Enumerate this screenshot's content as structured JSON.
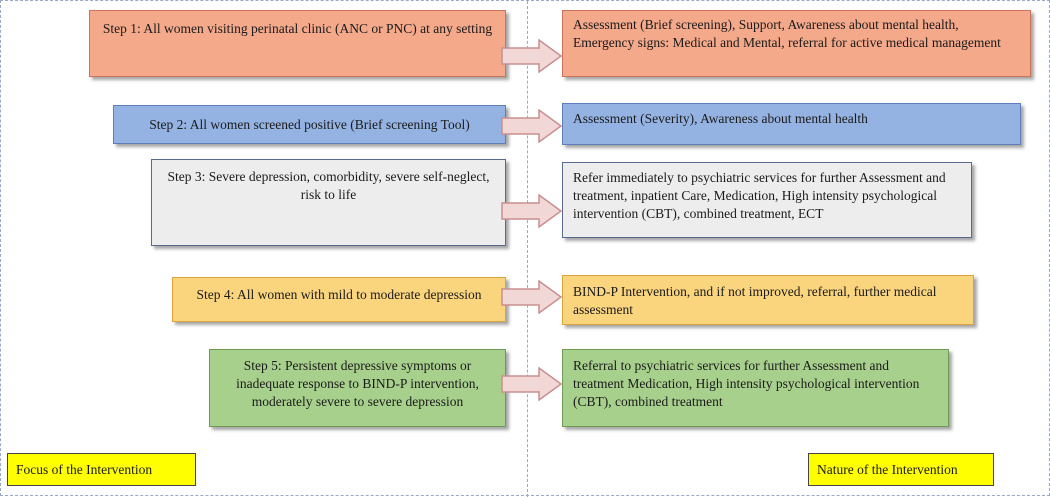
{
  "colors": {
    "step1": "#f4a98b",
    "step1_border": "#c8735a",
    "step2": "#95b3e2",
    "step2_border": "#5d7fb8",
    "step3": "#ededee",
    "step3_border": "#5a6a90",
    "step4": "#fbd57d",
    "step4_border": "#d9a43c",
    "step5": "#a8d08d",
    "step5_border": "#6f9a55",
    "arrow_fill": "#f2d7d7",
    "arrow_stroke": "#c98f8f",
    "legend": "#ffff00"
  },
  "steps": [
    {
      "focus": "Step 1: All women visiting perinatal clinic (ANC or PNC) at any setting",
      "nature": "Assessment  (Brief screening), Support, Awareness about mental health, Emergency signs: Medical and Mental, referral for active medical management"
    },
    {
      "focus": "Step 2: All women screened positive (Brief screening Tool)",
      "nature": "Assessment  (Severity), Awareness about mental health"
    },
    {
      "focus": "Step 3:  Severe depression, comorbidity, severe self-neglect, risk to life",
      "nature": "Refer immediately to psychiatric services for further Assessment and treatment, inpatient Care, Medication, High intensity psychological intervention (CBT), combined treatment, ECT"
    },
    {
      "focus": "Step 4: All women with mild to moderate depression",
      "nature": "BIND-P Intervention,  and if not improved, referral, further medical assessment"
    },
    {
      "focus": "Step 5: Persistent depressive symptoms or inadequate response to BIND-P intervention, moderately severe to severe depression",
      "nature": "Referral to psychiatric services for further Assessment and treatment Medication, High intensity psychological intervention (CBT), combined treatment"
    }
  ],
  "legend": {
    "left": "Focus of the Intervention",
    "right": "Nature of  the Intervention"
  }
}
